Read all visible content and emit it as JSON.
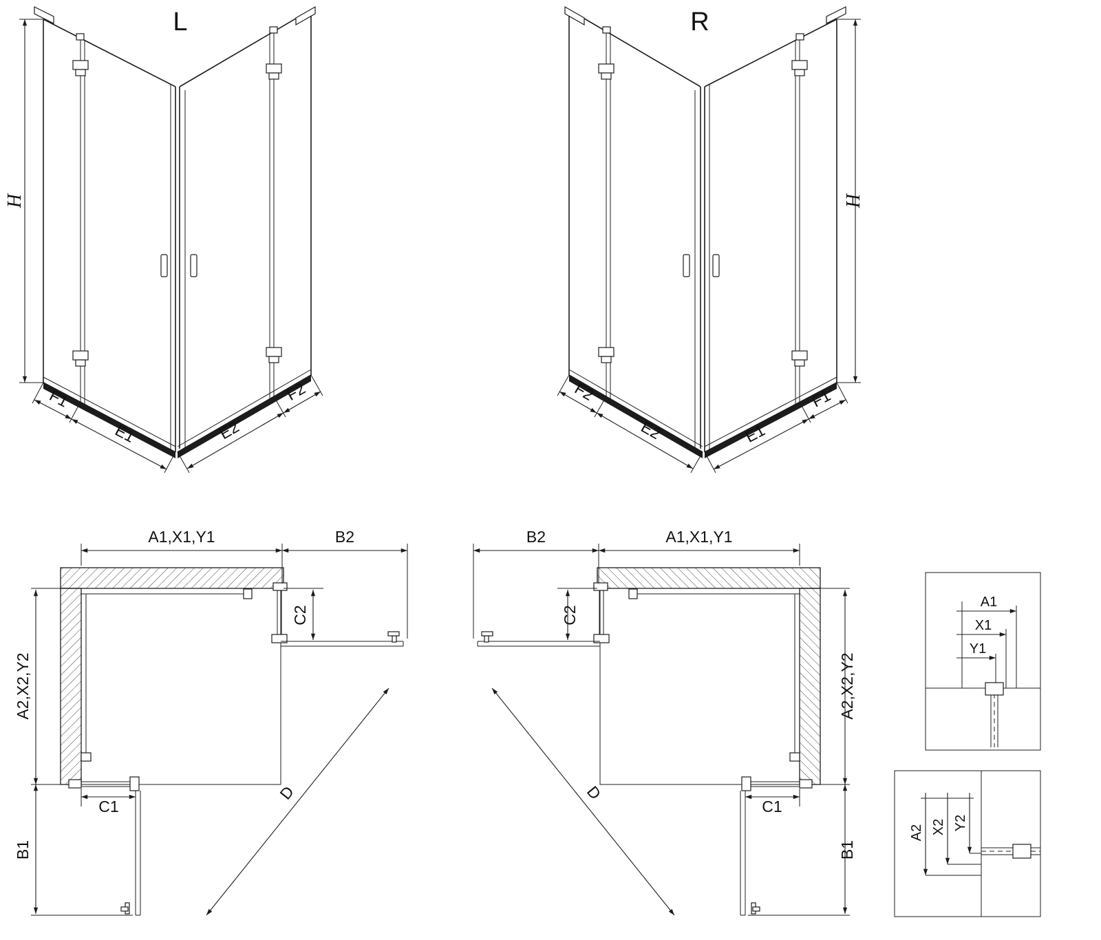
{
  "diagram": {
    "view_3d_left": {
      "variant": "L",
      "dim_h": "H",
      "dim_f1": "F1",
      "dim_e1": "E1",
      "dim_e2": "E2",
      "dim_f2": "F2"
    },
    "view_3d_right": {
      "variant": "R",
      "dim_h": "H",
      "dim_f1": "F1",
      "dim_e1": "E1",
      "dim_e2": "E2",
      "dim_f2": "F2"
    },
    "plan_left": {
      "dim_width_top": "A1,X1,Y1",
      "dim_door_top": "B2",
      "dim_fixed_side": "C2",
      "dim_width_side": "A2,X2,Y2",
      "dim_fixed_bottom": "C1",
      "dim_door_bottom": "B1",
      "dim_diagonal": "D"
    },
    "plan_right": {
      "dim_width_top": "A1,X1,Y1",
      "dim_door_top": "B2",
      "dim_fixed_side": "C2",
      "dim_width_side": "A2,X2,Y2",
      "dim_fixed_bottom": "C1",
      "dim_door_bottom": "B1",
      "dim_diagonal": "D"
    },
    "detail_top": {
      "dim_a1": "A1",
      "dim_x1": "X1",
      "dim_y1": "Y1"
    },
    "detail_bottom": {
      "dim_a2": "A2",
      "dim_x2": "X2",
      "dim_y2": "Y2"
    },
    "colors": {
      "line": "#1c1c1c",
      "background": "#ffffff"
    }
  }
}
